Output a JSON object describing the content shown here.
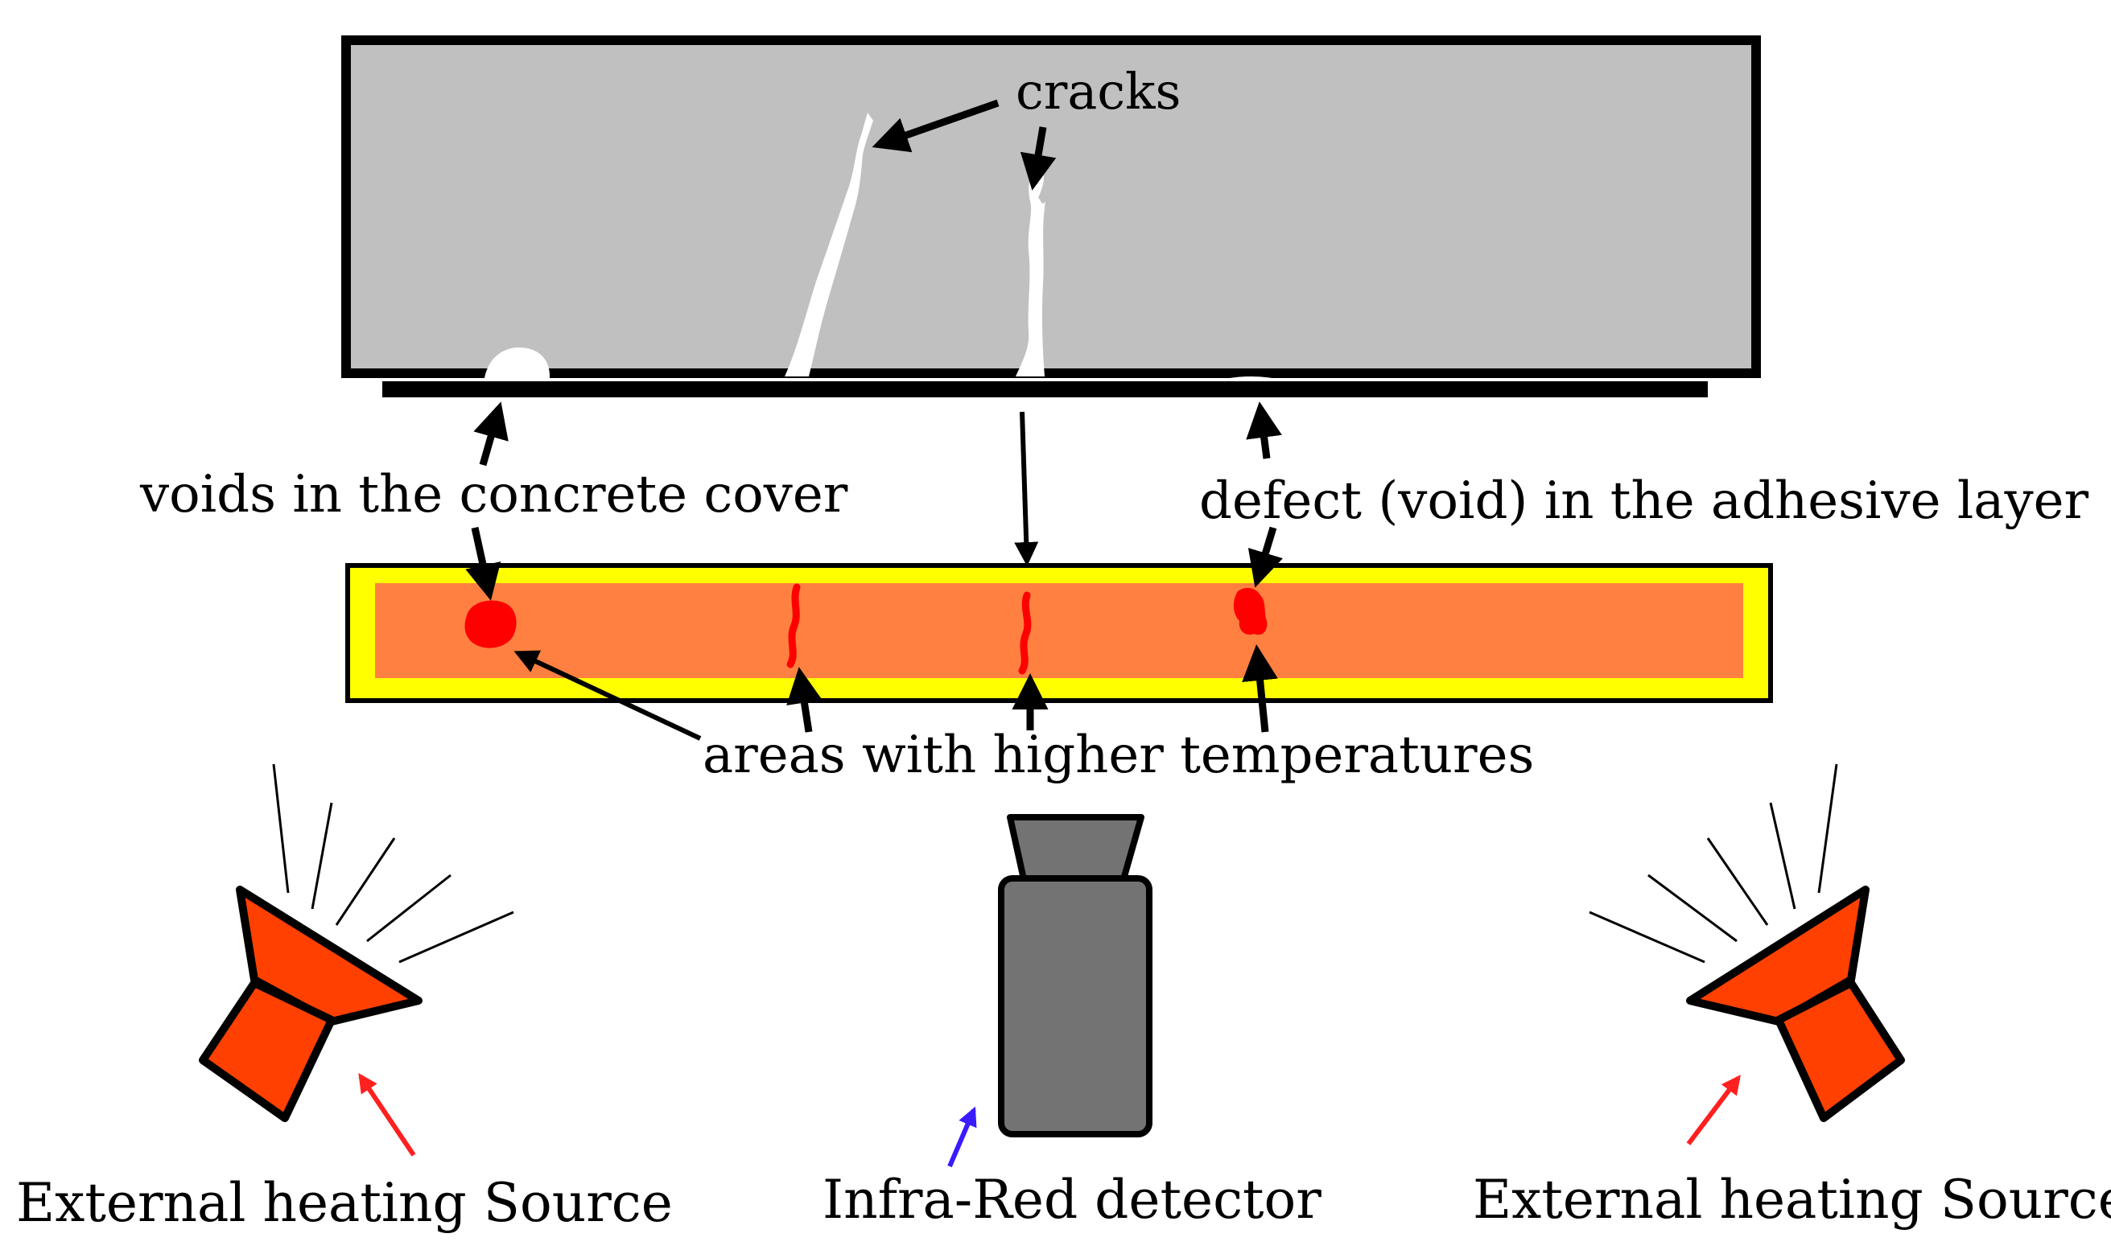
{
  "labels": {
    "cracks": "cracks",
    "voids_cover": "voids in the concrete cover",
    "defect_adhesive": "defect (void) in the adhesive layer",
    "higher_temp": "areas with higher temperatures",
    "heat_source_left": "External heating Source",
    "ir_detector": "Infra-Red detector",
    "heat_source_right": "External heating Source"
  },
  "colors": {
    "concrete": "#c0c0c0",
    "thermal_outer": "#ffff00",
    "thermal_inner": "#ff8040",
    "hotspot": "#ff0000",
    "heater": "#ff4000",
    "detector": "#737373",
    "source_pointer": "#ff2020",
    "detector_pointer": "#3a1bff"
  },
  "icons": {
    "heat_source_left": "heater-icon",
    "heat_source_right": "heater-icon",
    "ir_detector": "camera-icon"
  }
}
